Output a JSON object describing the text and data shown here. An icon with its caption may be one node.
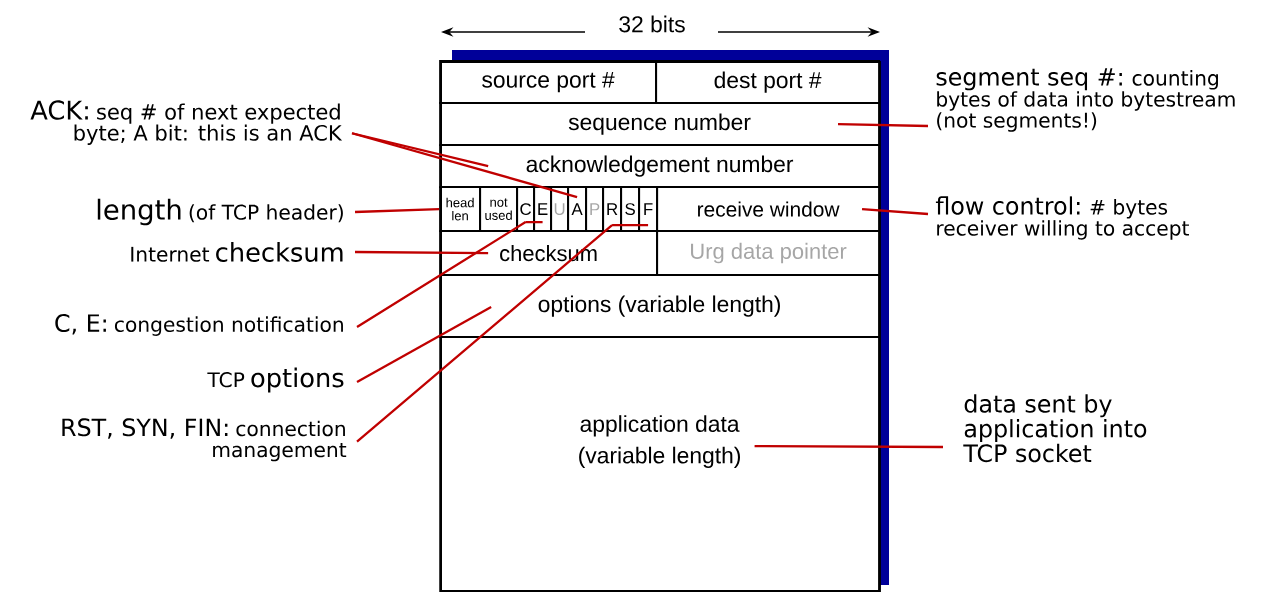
{
  "diagram": {
    "nodes": [
      {
        "text": [],
        "shape": "box"
      },
      {
        "text": [
          "source port #"
        ],
        "in": 0
      },
      {
        "text": [
          "dest port #"
        ],
        "in": 0
      },
      {
        "text": [
          "sequence number"
        ],
        "in": 0
      },
      {
        "text": [
          "acknowledgement number"
        ],
        "in": 0
      },
      {
        "text": [
          "head len"
        ],
        "in": 0
      },
      {
        "text": [
          "not used"
        ],
        "in": 0
      },
      {
        "text": [
          "C"
        ],
        "in": 0
      },
      {
        "text": [
          "E"
        ],
        "in": 0
      },
      {
        "text": [
          "U"
        ],
        "in": 0
      },
      {
        "text": [
          "A"
        ],
        "in": 0
      },
      {
        "text": [
          "P"
        ],
        "in": 0
      },
      {
        "text": [
          "R"
        ],
        "in": 0
      },
      {
        "text": [
          "S"
        ],
        "in": 0
      },
      {
        "text": [
          "F"
        ],
        "in": 0
      },
      {
        "text": [
          "receive window"
        ],
        "in": 0
      },
      {
        "text": [
          "checksum"
        ],
        "in": 0
      },
      {
        "text": [
          "Urg data pointer"
        ],
        "in": 0
      },
      {
        "text": [
          "options (variable length)"
        ],
        "in": 0
      },
      {
        "text": [
          "application data (variable length)"
        ],
        "in": 0
      },
      {
        "text": [
          "ACK:",
          "seq # of next expected byte; A bit: this is an ACK"
        ]
      },
      {
        "text": [
          "length",
          "(of TCP header)"
        ]
      },
      {
        "text": [
          "Internet",
          "checksum"
        ]
      },
      {
        "text": [
          "C, E:",
          "congestion notification"
        ]
      },
      {
        "text": [
          "TCP",
          "options"
        ]
      },
      {
        "text": [
          "RST, SYN, FIN:",
          "connection management"
        ]
      },
      {
        "text": [
          "segment seq  #:",
          "counting bytes of data into bytestream (not segments!)"
        ]
      },
      {
        "text": [
          "flow control:",
          "# bytes receiver willing to accept"
        ]
      },
      {
        "text": [
          "data sent by application into TCP socket"
        ]
      }
    ],
    "edges": [
      {
        "from": 20,
        "to": 4,
        "arrow": "none"
      },
      {
        "from": 20,
        "to": 10,
        "arrow": "none"
      },
      {
        "from": 21,
        "to": 5,
        "arrow": "none"
      },
      {
        "from": 22,
        "to": 16,
        "arrow": "none"
      },
      {
        "from": 23,
        "to": 7,
        "arrow": "none"
      },
      {
        "from": 23,
        "to": 8,
        "arrow": "none"
      },
      {
        "from": 24,
        "to": 18,
        "arrow": "none"
      },
      {
        "from": 25,
        "to": 12,
        "arrow": "none"
      },
      {
        "from": 25,
        "to": 13,
        "arrow": "none"
      },
      {
        "from": 25,
        "to": 14,
        "arrow": "none"
      },
      {
        "from": 26,
        "to": 3,
        "arrow": "none"
      },
      {
        "from": 27,
        "to": 15,
        "arrow": "none"
      },
      {
        "from": 28,
        "to": 19,
        "arrow": "none"
      }
    ],
    "labels": [
      "32 bits"
    ]
  }
}
